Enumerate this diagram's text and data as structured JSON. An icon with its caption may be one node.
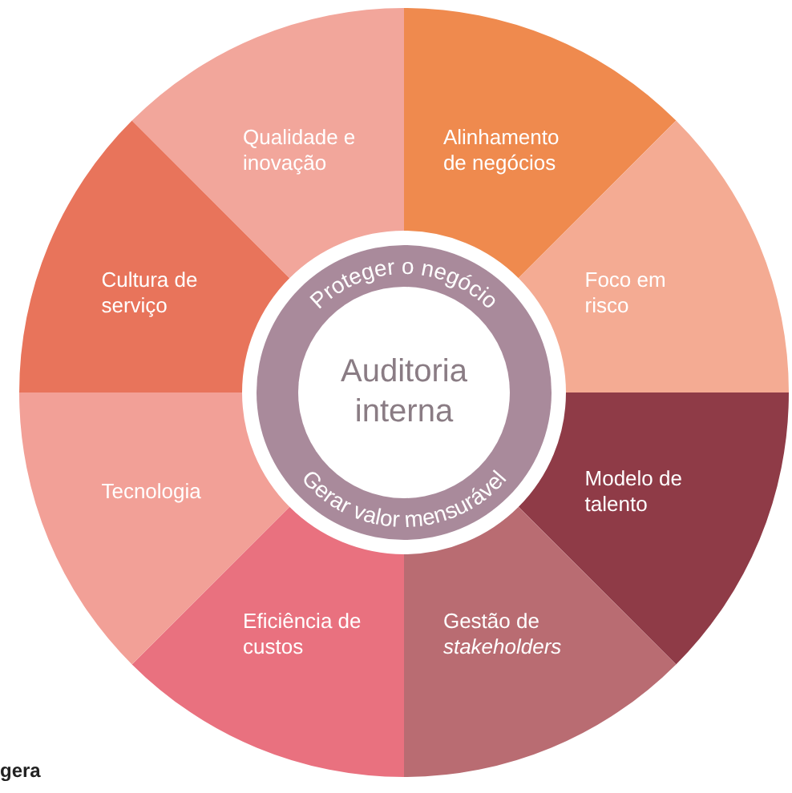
{
  "diagram": {
    "nodes": [
      {
        "text": [
          "Proteger o negócio",
          "Gerar valor mensurável"
        ]
      },
      {
        "text": [
          "Auditoria interna"
        ],
        "in": 0
      },
      {
        "text": [
          "Qualidade e inovação"
        ]
      },
      {
        "text": [
          "Alinhamento de negócios"
        ]
      },
      {
        "text": [
          "Foco em risco"
        ]
      },
      {
        "text": [
          "Modelo de talento"
        ]
      },
      {
        "text": [
          "Gestão de *stakeholders*"
        ]
      },
      {
        "text": [
          "Eficiência de custos"
        ]
      },
      {
        "text": [
          "Tecnologia"
        ]
      },
      {
        "text": [
          "Cultura de serviço"
        ]
      }
    ],
    "edges": [],
    "labels": [
      "gera"
    ]
  }
}
